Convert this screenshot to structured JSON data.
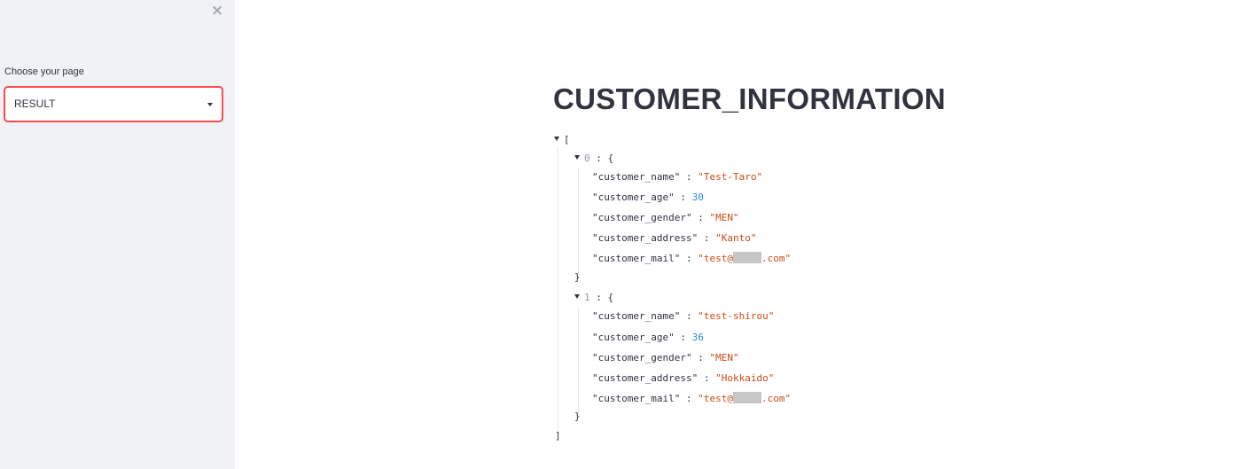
{
  "sidebar": {
    "close_icon": "×",
    "select_label": "Choose your page",
    "select_value": "RESULT"
  },
  "main": {
    "title": "CUSTOMER_INFORMATION"
  },
  "json_view": {
    "open_bracket": "[",
    "close_bracket": "]",
    "open_brace": "{",
    "close_brace": "}",
    "colon": ":",
    "records": [
      {
        "index": "0",
        "fields": [
          {
            "key": "\"customer_name\"",
            "value": "\"Test-Taro\"",
            "type": "string"
          },
          {
            "key": "\"customer_age\"",
            "value": "30",
            "type": "number"
          },
          {
            "key": "\"customer_gender\"",
            "value": "\"MEN\"",
            "type": "string"
          },
          {
            "key": "\"customer_address\"",
            "value": "\"Kanto\"",
            "type": "string"
          },
          {
            "key": "\"customer_mail\"",
            "value_prefix": "\"test@",
            "value_suffix": ".com\"",
            "type": "masked"
          }
        ]
      },
      {
        "index": "1",
        "fields": [
          {
            "key": "\"customer_name\"",
            "value": "\"test-shirou\"",
            "type": "string"
          },
          {
            "key": "\"customer_age\"",
            "value": "36",
            "type": "number"
          },
          {
            "key": "\"customer_gender\"",
            "value": "\"MEN\"",
            "type": "string"
          },
          {
            "key": "\"customer_address\"",
            "value": "\"Hokkaido\"",
            "type": "string"
          },
          {
            "key": "\"customer_mail\"",
            "value_prefix": "\"test@",
            "value_suffix": ".com\"",
            "type": "masked"
          }
        ]
      }
    ]
  }
}
